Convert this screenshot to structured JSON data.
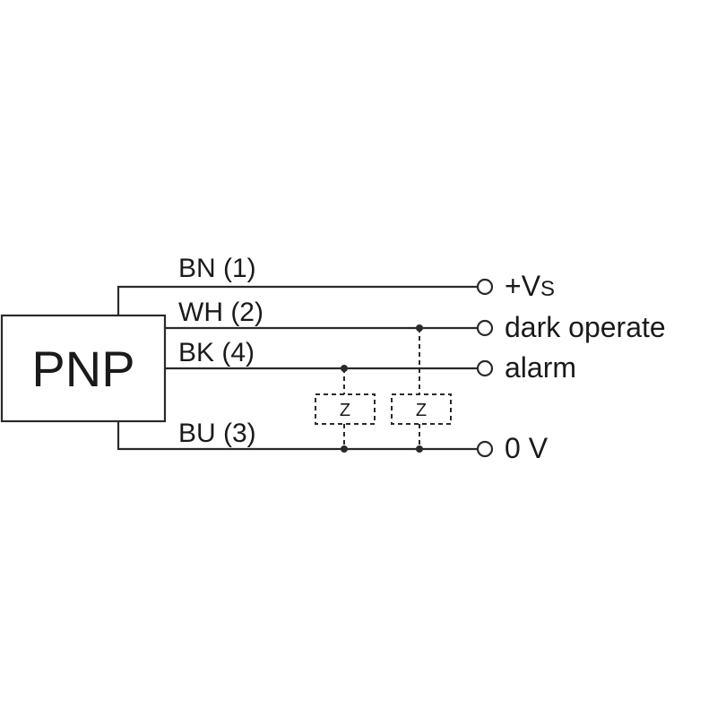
{
  "device": {
    "type_label": "PNP"
  },
  "wires": [
    {
      "code": "BN (1)",
      "terminal": "+V",
      "terminal_sub": "S"
    },
    {
      "code": "WH (2)",
      "terminal": "dark operate"
    },
    {
      "code": "BK (4)",
      "terminal": "alarm"
    },
    {
      "code": "BU (3)",
      "terminal": "0 V"
    }
  ],
  "loads": [
    {
      "label": "Z"
    },
    {
      "label": "Z"
    }
  ]
}
